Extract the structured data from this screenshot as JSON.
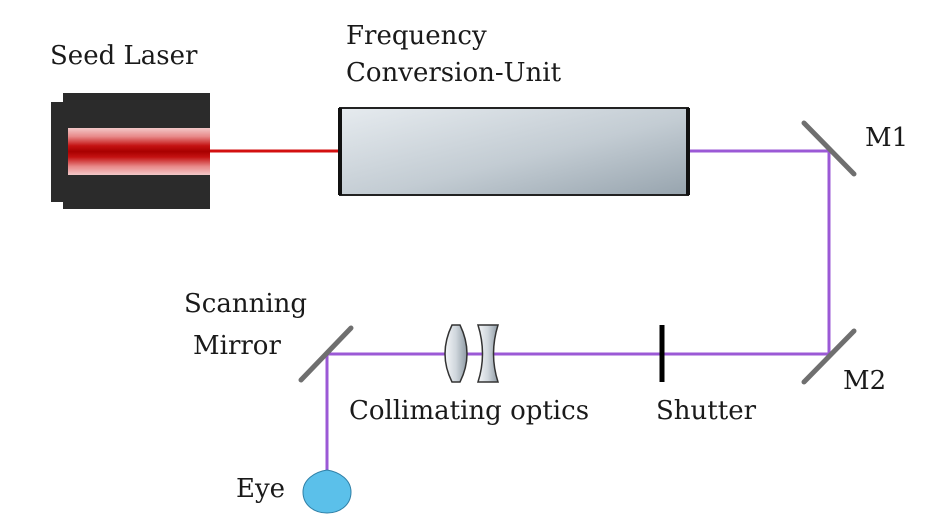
{
  "labels": {
    "seed_laser": "Seed Laser",
    "fcu_line1": "Frequency",
    "fcu_line2": "Conversion-Unit",
    "m1": "M1",
    "m2": "M2",
    "scanning_line1": "Scanning",
    "scanning_line2": "Mirror",
    "collimating": "Collimating optics",
    "shutter": "Shutter",
    "eye": "Eye"
  },
  "colors": {
    "red_beam": "#d31010",
    "uv_beam": "#9b59d6",
    "laser_body": "#2b2b2b",
    "eye_fill": "#5bc0ea"
  }
}
